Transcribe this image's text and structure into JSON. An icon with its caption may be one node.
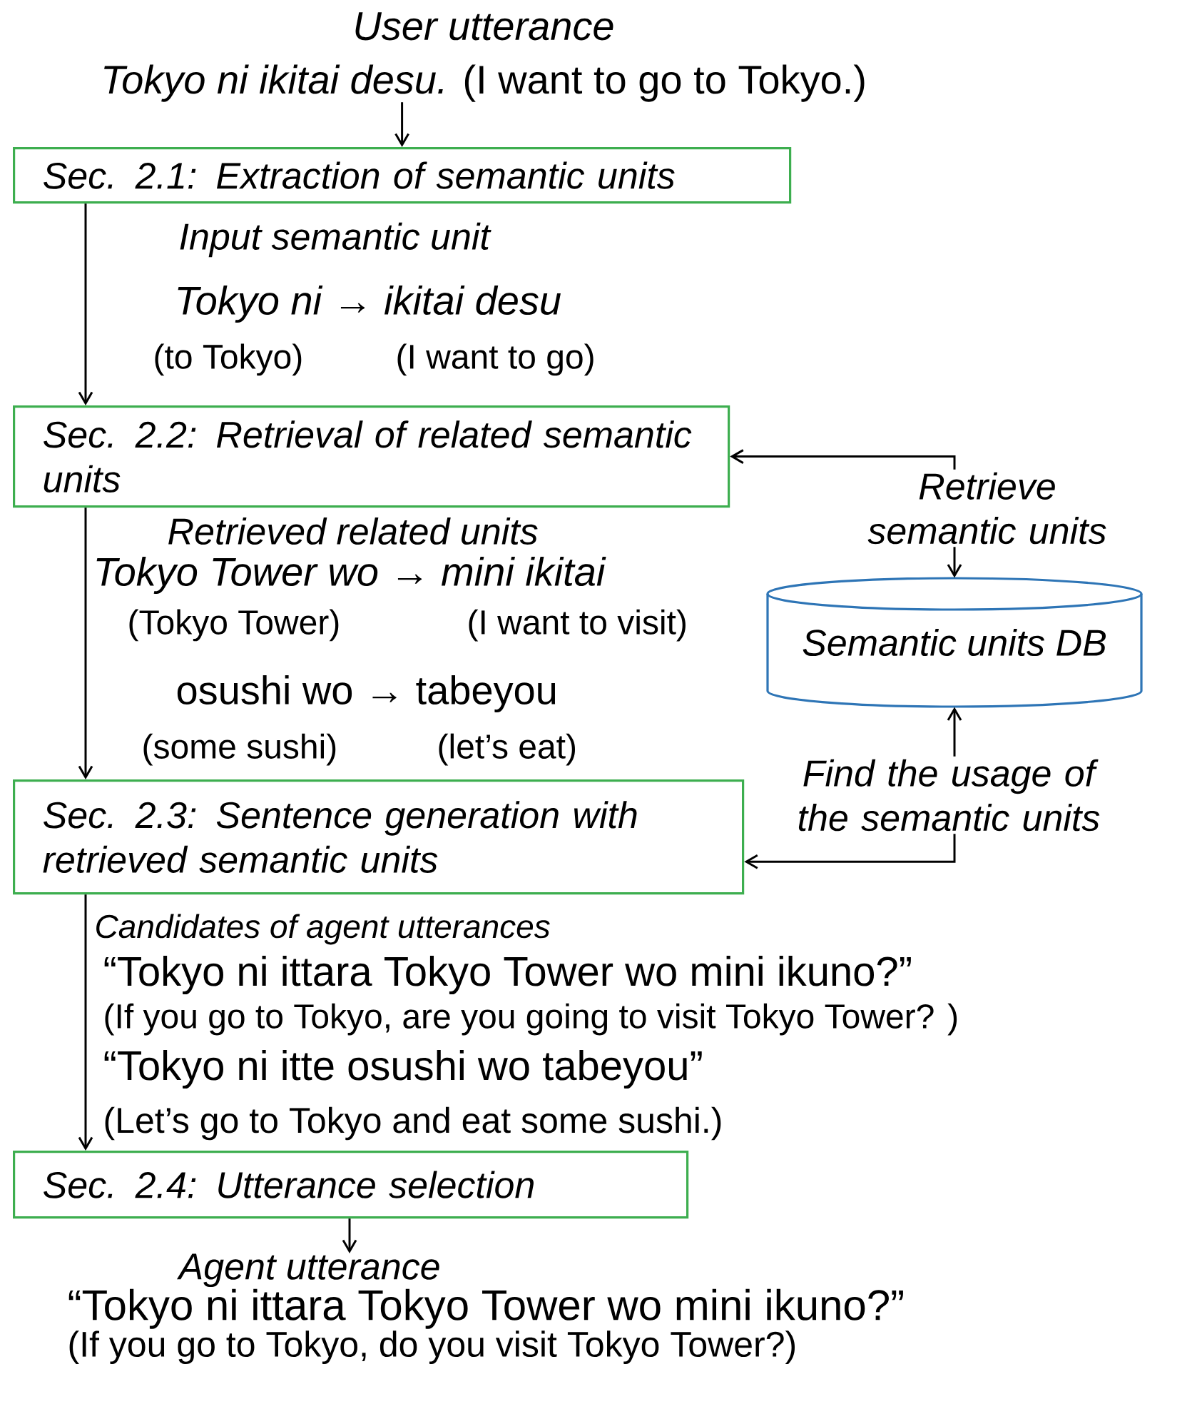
{
  "diagram": {
    "nodes": [
      {
        "text": [
          "User utterance",
          "*Tokyo ni ikitai desu.* (I want to go to Tokyo.)"
        ]
      },
      {
        "text": [
          "Sec. 2.1:  Extraction of semantic units"
        ]
      },
      {
        "text": [
          "Sec. 2.2: Retrieval of related semantic units"
        ]
      },
      {
        "text": [
          "Semantic units DB"
        ]
      },
      {
        "text": [
          "Sec. 2.3: Sentence generation with retrieved semantic units"
        ]
      },
      {
        "text": [
          "Sec. 2.4: Utterance selection"
        ]
      },
      {
        "text": [
          "Agent utterance",
          "“Tokyo ni ittara Tokyo Tower wo mini ikuno?”",
          "(If you go to Tokyo, do you visit Tokyo Tower?)"
        ]
      }
    ],
    "edges": [
      {
        "from": 0,
        "to": 1,
        "arrow": "to"
      },
      {
        "from": 1,
        "to": 2,
        "arrow": "to"
      },
      {
        "from": 3,
        "to": 2,
        "arrow": "both",
        "label": "Retrieve semantic units"
      },
      {
        "from": 2,
        "to": 4,
        "arrow": "to"
      },
      {
        "from": 3,
        "to": 4,
        "arrow": "both",
        "label": "Find the usage of the semantic units"
      },
      {
        "from": 4,
        "to": 5,
        "arrow": "to"
      },
      {
        "from": 5,
        "to": 6,
        "arrow": "to"
      }
    ],
    "labels": [
      "Input semantic unit",
      "Tokyo ni → ikitai desu",
      "(to Tokyo)",
      "(I want to go)",
      "Retrieved related units",
      "Tokyo Tower wo → mini ikitai",
      "(Tokyo Tower)",
      "(I want to visit)",
      "osushi wo → tabeyou",
      "(some sushi)",
      "(let’s eat)",
      "Candidates of agent utterances",
      "“Tokyo ni ittara Tokyo Tower wo mini ikuno?”",
      "(If you go to Tokyo, are you going to visit Tokyo Tower? )",
      "“Tokyo ni itte osushi wo tabeyou”",
      "(Let’s go to Tokyo and eat some sushi.)"
    ]
  }
}
